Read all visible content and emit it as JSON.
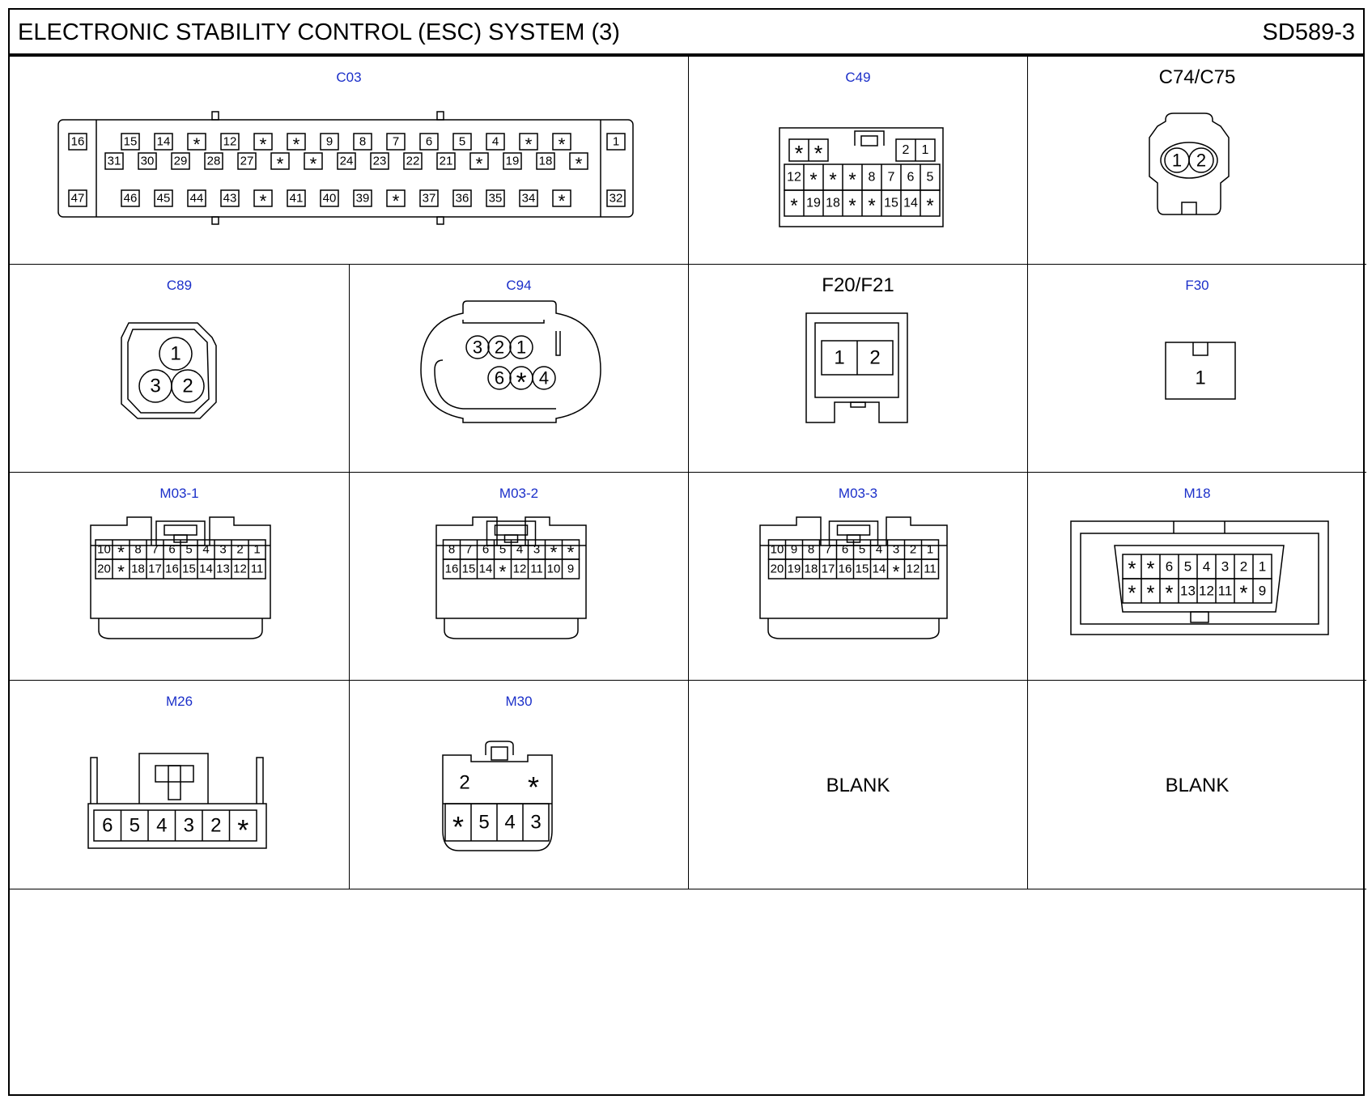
{
  "header": {
    "title": "ELECTRONIC STABILITY CONTROL (ESC) SYSTEM (3)",
    "code": "SD589-3"
  },
  "connectors": {
    "c03": {
      "label": "C03",
      "left_top": "16",
      "left_bottom": "47",
      "right_top": "1",
      "right_bottom": "32",
      "row1": [
        "15",
        "14",
        "*",
        "12",
        "*",
        "*",
        "9",
        "8",
        "7",
        "6",
        "5",
        "4",
        "*",
        "*"
      ],
      "row2": [
        "31",
        "30",
        "29",
        "28",
        "27",
        "*",
        "*",
        "24",
        "23",
        "22",
        "21",
        "*",
        "19",
        "18",
        "*"
      ],
      "row3": [
        "46",
        "45",
        "44",
        "43",
        "*",
        "41",
        "40",
        "39",
        "*",
        "37",
        "36",
        "35",
        "34",
        "*"
      ]
    },
    "c49": {
      "label": "C49",
      "top_left": [
        "*",
        "*"
      ],
      "top_right": [
        "2",
        "1"
      ],
      "row1": [
        "12",
        "*",
        "*",
        "*",
        "8",
        "7",
        "6",
        "5"
      ],
      "row2": [
        "*",
        "19",
        "18",
        "*",
        "*",
        "15",
        "14",
        "*"
      ]
    },
    "c74": {
      "label": "C74/C75",
      "pins": [
        "1",
        "2"
      ]
    },
    "c89": {
      "label": "C89",
      "pins": [
        "1",
        "3",
        "2"
      ]
    },
    "c94": {
      "label": "C94",
      "row1": [
        "3",
        "2",
        "1"
      ],
      "row2": [
        "6",
        "*",
        "4"
      ]
    },
    "f20": {
      "label": "F20/F21",
      "pins": [
        "1",
        "2"
      ]
    },
    "f30": {
      "label": "F30",
      "pins": [
        "1"
      ]
    },
    "m031": {
      "label": "M03-1",
      "row1": [
        "10",
        "*",
        "8",
        "7",
        "6",
        "5",
        "4",
        "3",
        "2",
        "1"
      ],
      "row2": [
        "20",
        "*",
        "18",
        "17",
        "16",
        "15",
        "14",
        "13",
        "12",
        "11"
      ]
    },
    "m032": {
      "label": "M03-2",
      "row1": [
        "8",
        "7",
        "6",
        "5",
        "4",
        "3",
        "*",
        "*"
      ],
      "row2": [
        "16",
        "15",
        "14",
        "*",
        "12",
        "11",
        "10",
        "9"
      ]
    },
    "m033": {
      "label": "M03-3",
      "row1": [
        "10",
        "9",
        "8",
        "7",
        "6",
        "5",
        "4",
        "3",
        "2",
        "1"
      ],
      "row2": [
        "20",
        "19",
        "18",
        "17",
        "16",
        "15",
        "14",
        "*",
        "12",
        "11"
      ]
    },
    "m18": {
      "label": "M18",
      "row1": [
        "*",
        "*",
        "6",
        "5",
        "4",
        "3",
        "2",
        "1"
      ],
      "row2": [
        "*",
        "*",
        "*",
        "13",
        "12",
        "11",
        "*",
        "9"
      ]
    },
    "m26": {
      "label": "M26",
      "pins": [
        "6",
        "5",
        "4",
        "3",
        "2",
        "*"
      ]
    },
    "m30": {
      "label": "M30",
      "top_left": "2",
      "top_right": "*",
      "bottom": [
        "*",
        "5",
        "4",
        "3"
      ]
    }
  },
  "blank_label": "BLANK",
  "colors": {
    "label": "#1b2fc9",
    "line": "#000000"
  }
}
